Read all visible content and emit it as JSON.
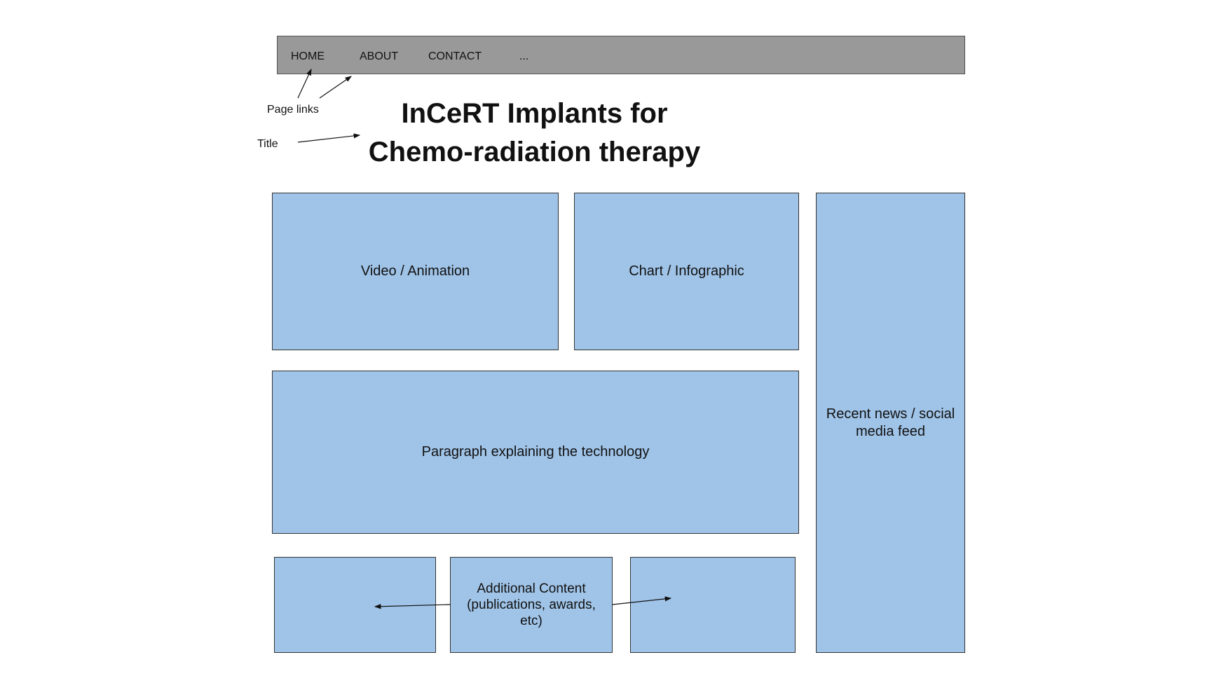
{
  "navbar": {
    "links": [
      "HOME",
      "ABOUT",
      "CONTACT",
      "..."
    ]
  },
  "annotations": {
    "page_links": "Page links",
    "title": "Title"
  },
  "title": {
    "line1": "InCeRT Implants for",
    "line2": "Chemo-radiation therapy"
  },
  "boxes": {
    "video": "Video / Animation",
    "chart": "Chart / Infographic",
    "paragraph": "Paragraph explaining the technology",
    "news_line1": "Recent news / social",
    "news_line2": "media feed",
    "additional_line1": "Additional Content",
    "additional_line2": "(publications, awards,",
    "additional_line3": "etc)"
  },
  "colors": {
    "navbar": "#999999",
    "box_fill": "#a0c4e8",
    "border": "#333333"
  }
}
